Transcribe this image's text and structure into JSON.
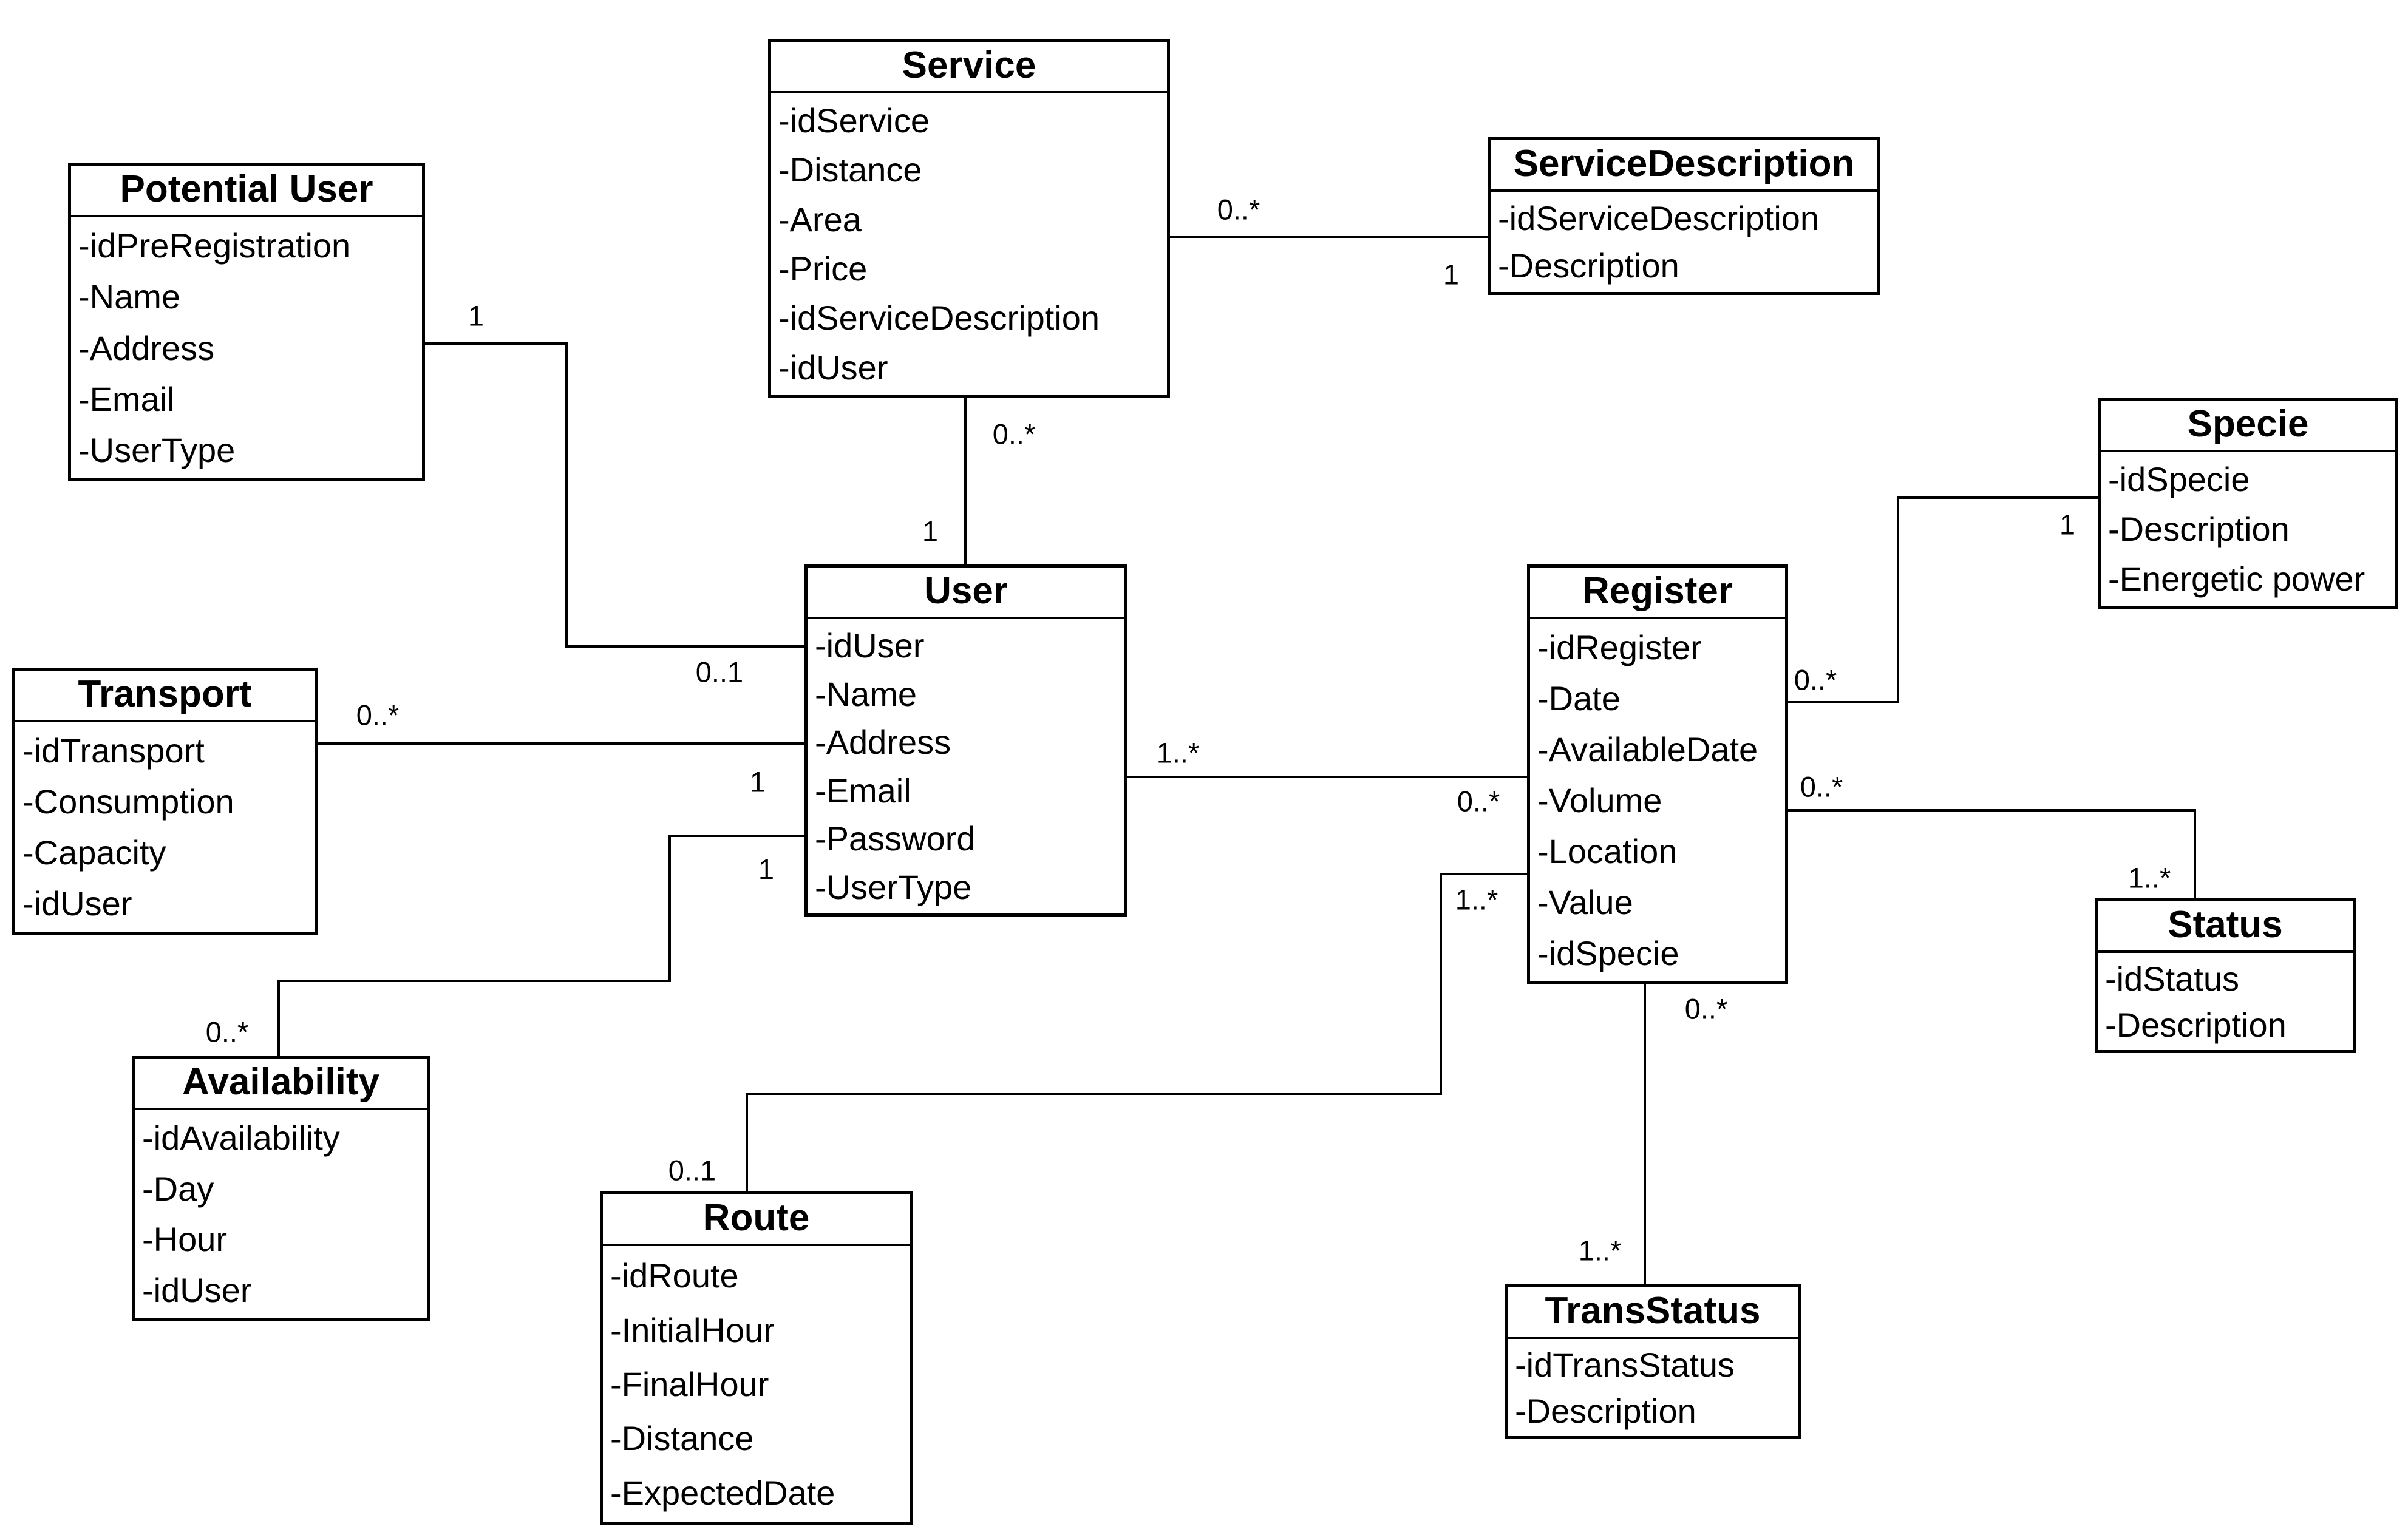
{
  "diagram": {
    "type": "uml-class-diagram",
    "colors": {
      "background": "#ffffff",
      "box_fill": "#ffffff",
      "line": "#000000",
      "text": "#000000"
    },
    "classes": [
      {
        "id": "potential_user",
        "name": "Potential User",
        "attributes": [
          "-idPreRegistration",
          "-Name",
          "-Address",
          "-Email",
          "-UserType"
        ]
      },
      {
        "id": "service",
        "name": "Service",
        "attributes": [
          "-idService",
          "-Distance",
          "-Area",
          "-Price",
          "-idServiceDescription",
          "-idUser"
        ]
      },
      {
        "id": "service_description",
        "name": "ServiceDescription",
        "attributes": [
          "-idServiceDescription",
          "-Description"
        ]
      },
      {
        "id": "specie",
        "name": "Specie",
        "attributes": [
          "-idSpecie",
          "-Description",
          "-Energetic power"
        ]
      },
      {
        "id": "transport",
        "name": "Transport",
        "attributes": [
          "-idTransport",
          "-Consumption",
          "-Capacity",
          "-idUser"
        ]
      },
      {
        "id": "user",
        "name": "User",
        "attributes": [
          "-idUser",
          "-Name",
          "-Address",
          "-Email",
          "-Password",
          "-UserType"
        ]
      },
      {
        "id": "register",
        "name": "Register",
        "attributes": [
          "-idRegister",
          "-Date",
          "-AvailableDate",
          "-Volume",
          "-Location",
          "-Value",
          "-idSpecie"
        ]
      },
      {
        "id": "status",
        "name": "Status",
        "attributes": [
          "-idStatus",
          "-Description"
        ]
      },
      {
        "id": "availability",
        "name": "Availability",
        "attributes": [
          "-idAvailability",
          "-Day",
          "-Hour",
          "-idUser"
        ]
      },
      {
        "id": "route",
        "name": "Route",
        "attributes": [
          "-idRoute",
          "-InitialHour",
          "-FinalHour",
          "-Distance",
          "-ExpectedDate"
        ]
      },
      {
        "id": "trans_status",
        "name": "TransStatus",
        "attributes": [
          "-idTransStatus",
          "-Description"
        ]
      }
    ],
    "associations": [
      {
        "from": "Potential User",
        "to": "User",
        "from_multiplicity": "1",
        "to_multiplicity": "0..1"
      },
      {
        "from": "Service",
        "to": "ServiceDescription",
        "from_multiplicity": "0..*",
        "to_multiplicity": "1"
      },
      {
        "from": "Service",
        "to": "User",
        "from_multiplicity": "0..*",
        "to_multiplicity": "1"
      },
      {
        "from": "Transport",
        "to": "User",
        "from_multiplicity": "0..*",
        "to_multiplicity": "1"
      },
      {
        "from": "User",
        "to": "Availability",
        "from_multiplicity": "1",
        "to_multiplicity": "0..*"
      },
      {
        "from": "User",
        "to": "Register",
        "from_multiplicity": "1..*",
        "to_multiplicity": "0..*"
      },
      {
        "from": "Register",
        "to": "Specie",
        "from_multiplicity": "0..*",
        "to_multiplicity": "1"
      },
      {
        "from": "Register",
        "to": "Status",
        "from_multiplicity": "0..*",
        "to_multiplicity": "1..*"
      },
      {
        "from": "Register",
        "to": "Route",
        "from_multiplicity": "1..*",
        "to_multiplicity": "0..1"
      },
      {
        "from": "Register",
        "to": "TransStatus",
        "from_multiplicity": "0..*",
        "to_multiplicity": "1..*"
      }
    ]
  }
}
